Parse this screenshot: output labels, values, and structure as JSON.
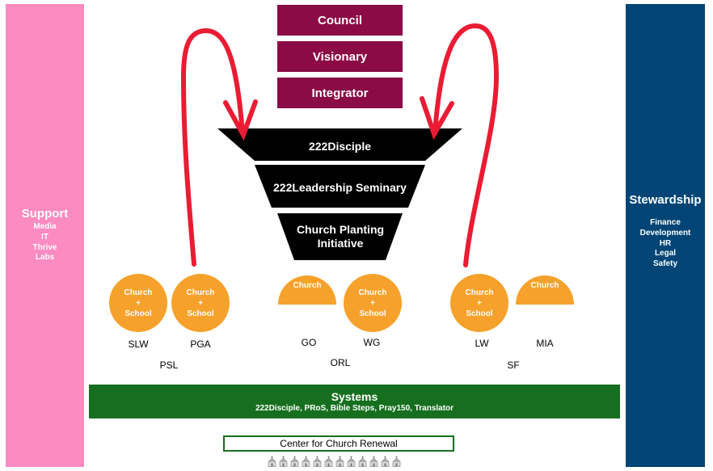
{
  "colors": {
    "support": "#fb8bc1",
    "stewardship": "#004575",
    "role_box": "#8a0b45",
    "funnel": "#000000",
    "circle": "#f6a12b",
    "systems": "#166f1e",
    "arrow": "#e91c33"
  },
  "support": {
    "title": "Support",
    "items": [
      "Media",
      "IT",
      "Thrive",
      "Labs"
    ]
  },
  "stewardship": {
    "title": "Stewardship",
    "items": [
      "Finance",
      "Development",
      "HR",
      "Legal",
      "Safety"
    ]
  },
  "roles": [
    "Council",
    "Visionary",
    "Integrator"
  ],
  "funnel": [
    "222Disciple",
    "222Leadership Seminary",
    "Church Planting Initiative"
  ],
  "circle_labels": {
    "church": "Church",
    "plus": "+",
    "school": "School"
  },
  "locations": [
    "SLW",
    "PGA",
    "PSL",
    "GO",
    "WG",
    "ORL",
    "LW",
    "MIA",
    "SF"
  ],
  "systems": {
    "title": "Systems",
    "subtitle": "222Disciple, PRoS, Bible Steps, Pray150, Translator"
  },
  "center": "Center for Church Renewal",
  "church_icons_count": 12
}
